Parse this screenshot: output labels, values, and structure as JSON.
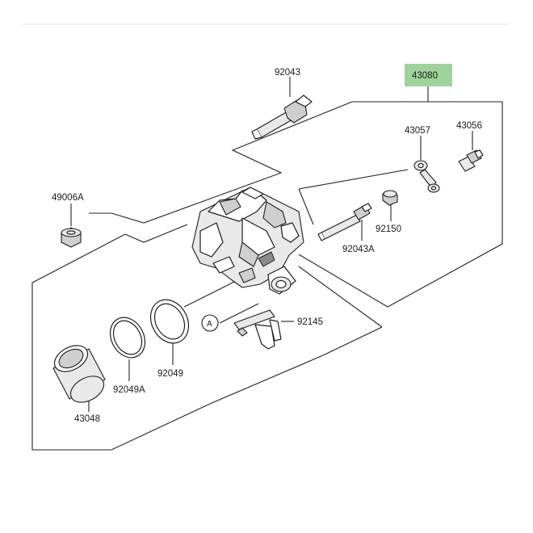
{
  "highlight_color": "#9fd39b",
  "labels": {
    "assembly": "43080",
    "slide_pin_upper": "92043",
    "bleed_cap": "43057",
    "bleed_valve": "43056",
    "pad_pin_nut": "49006A",
    "bushing": "92150",
    "slide_pin_lower": "92043A",
    "ref_a": "A",
    "pad_spring": "92145",
    "dust_seal": "92049A",
    "piston_seal": "92049",
    "piston": "43048"
  }
}
